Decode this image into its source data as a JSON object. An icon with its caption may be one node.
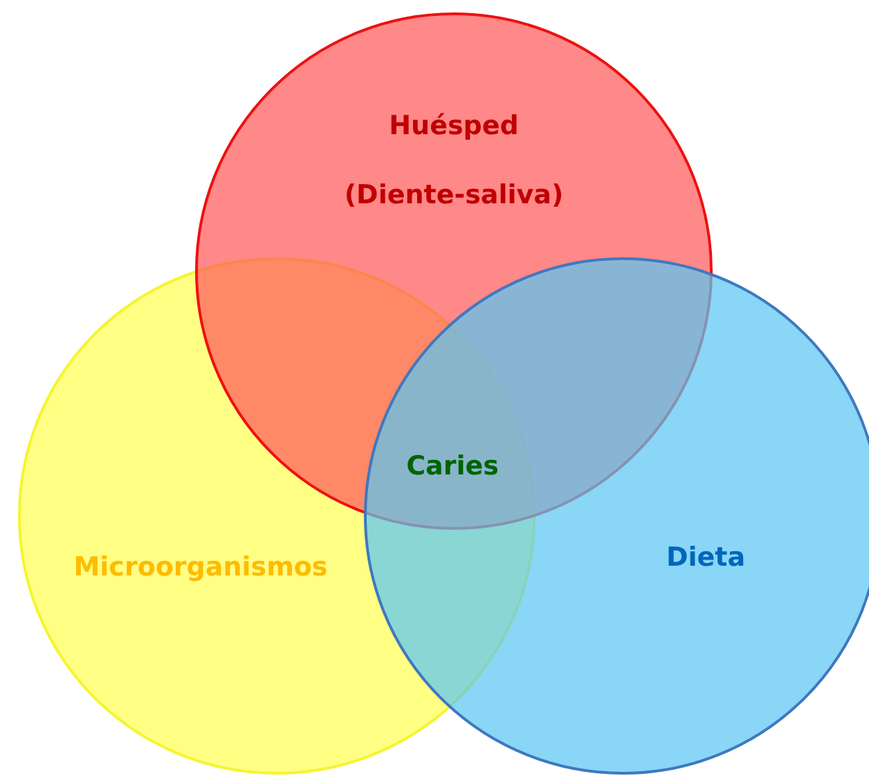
{
  "diagram": {
    "nodes": [
      {
        "text": [
          "Huésped",
          "(Diente-saliva)"
        ]
      },
      {
        "text": [
          "Microorganismos"
        ]
      },
      {
        "text": [
          "Dieta"
        ]
      }
    ],
    "labels": [
      "Caries"
    ]
  }
}
